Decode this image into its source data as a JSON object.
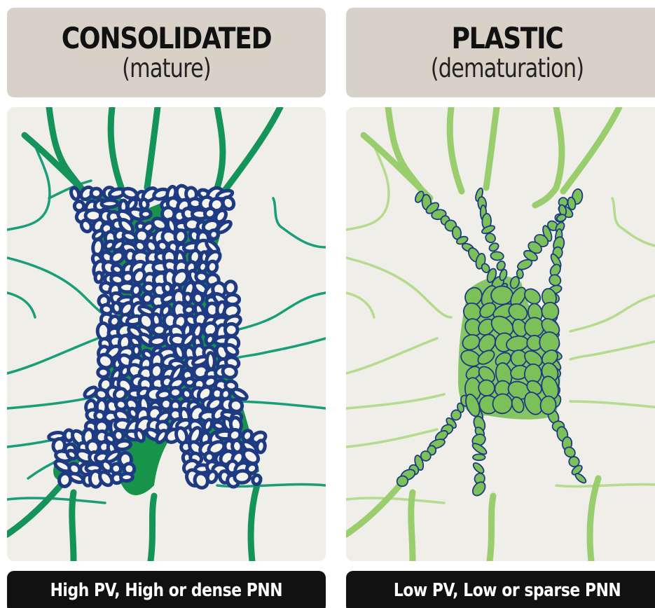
{
  "panels": [
    {
      "id": "consolidated",
      "title": "CONSOLIDATED",
      "subtitle": "(mature)",
      "caption": "High PV, High or dense PNN",
      "pv_level": "high",
      "pnn_density": "dense",
      "colors": {
        "header_bg": "#d8d1c8",
        "diagram_bg": "#efeee8",
        "neuron_fill": "#18934a",
        "dendrite": "#14935a",
        "background_dendrite": "#1a9e78",
        "pnn_outline": "#1e3a82",
        "pnn_fill": "#f4f3ee"
      }
    },
    {
      "id": "plastic",
      "title": "PLASTIC",
      "subtitle": "(dematuration)",
      "caption": "Low PV, Low or sparse PNN",
      "pv_level": "low",
      "pnn_density": "sparse",
      "colors": {
        "header_bg": "#d8d1c8",
        "diagram_bg": "#efeee8",
        "neuron_fill": "#86c563",
        "dendrite": "#9acd6e",
        "background_dendrite": "#b4db8e",
        "pnn_outline": "#1e3a82",
        "pnn_fill": "#7cc05a"
      }
    }
  ]
}
